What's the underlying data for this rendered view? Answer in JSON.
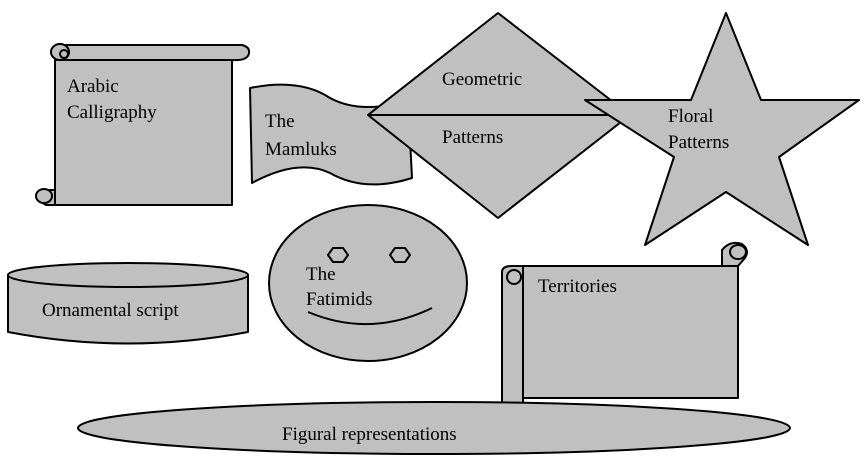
{
  "colors": {
    "shape_fill": "#c0c0c0",
    "outline": "#000000",
    "background": "#ffffff"
  },
  "shapes": [
    {
      "id": "scroll-vertical",
      "kind": "vertical-scroll",
      "lines": [
        "Arabic",
        "Calligraphy"
      ]
    },
    {
      "id": "wave-banner",
      "kind": "wave-flag",
      "lines": [
        "The",
        "Mamluks"
      ]
    },
    {
      "id": "diamond",
      "kind": "diamond",
      "lines": [
        "Geometric",
        "Patterns"
      ]
    },
    {
      "id": "star",
      "kind": "five-point-star",
      "lines": [
        "Floral",
        "Patterns"
      ]
    },
    {
      "id": "cylinder",
      "kind": "cylinder",
      "lines": [
        "Ornamental script"
      ]
    },
    {
      "id": "smiley",
      "kind": "smiley-face",
      "lines": [
        "The",
        "Fatimids"
      ]
    },
    {
      "id": "scroll-horizontal",
      "kind": "horizontal-scroll",
      "lines": [
        "Territories"
      ]
    },
    {
      "id": "ellipse",
      "kind": "ellipse",
      "lines": [
        "Figural representations"
      ]
    }
  ]
}
